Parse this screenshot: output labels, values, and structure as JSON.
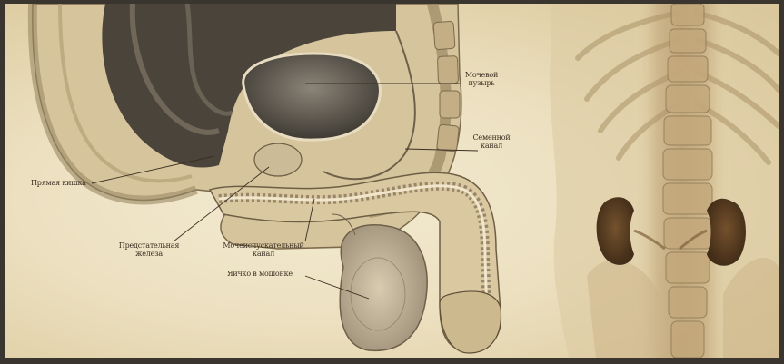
{
  "labels": {
    "bladder": "Мочевой\nпузырь",
    "seminal": "Семенной\nканал",
    "rectum": "Прямая кишка",
    "prostate": "Предстательная\nжелеза",
    "urethra": "Мочеиспускательный\nканал",
    "testis": "Яичко в мошонке"
  },
  "colors": {
    "paper": "#ece0c0",
    "tissue": "#d9c8a0",
    "dark": "#3b3228",
    "kidney": "#5a3a1c",
    "frame": "#3a352e"
  }
}
